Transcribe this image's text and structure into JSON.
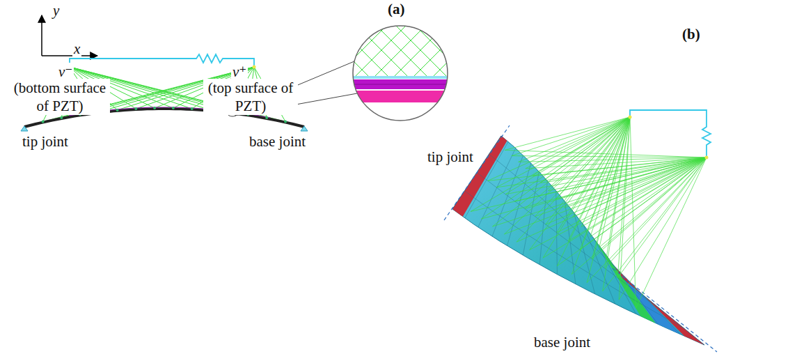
{
  "diagram": {
    "labels": [
      "(a)",
      "(b)",
      "y",
      "x",
      "v⁻",
      "(bottom surface of PZT)",
      "v⁺",
      "(top surface of PZT)",
      "tip joint",
      "base joint",
      "tip joint",
      "base joint"
    ]
  }
}
